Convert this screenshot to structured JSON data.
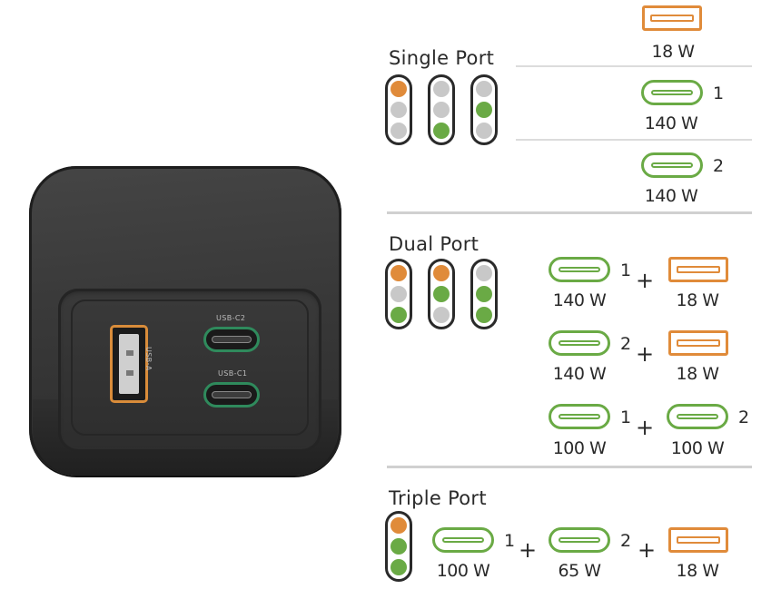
{
  "colors": {
    "orange": "#e08b3a",
    "green": "#6aaa45",
    "gray": "#c8c8c8",
    "outline": "#2a2a2a"
  },
  "device": {
    "port_labels": {
      "usb_a": "USB-A",
      "usb_c2": "USB-C2",
      "usb_c1": "USB-C1"
    }
  },
  "sections": {
    "single": {
      "title": "Single Port",
      "indicators": [
        [
          "orange",
          "gray",
          "gray"
        ],
        [
          "gray",
          "gray",
          "green"
        ],
        [
          "gray",
          "green",
          "gray"
        ]
      ],
      "rows": [
        {
          "port": "usb-a",
          "number": "",
          "watts": "18 W"
        },
        {
          "port": "usb-c",
          "number": "1",
          "watts": "140 W"
        },
        {
          "port": "usb-c",
          "number": "2",
          "watts": "140 W"
        }
      ]
    },
    "dual": {
      "title": "Dual Port",
      "indicators": [
        [
          "orange",
          "gray",
          "green"
        ],
        [
          "orange",
          "green",
          "gray"
        ],
        [
          "gray",
          "green",
          "green"
        ]
      ],
      "rows": [
        {
          "left": {
            "port": "usb-c",
            "number": "1",
            "watts": "140 W"
          },
          "plus": "+",
          "right": {
            "port": "usb-a",
            "number": "",
            "watts": "18 W"
          }
        },
        {
          "left": {
            "port": "usb-c",
            "number": "2",
            "watts": "140 W"
          },
          "plus": "+",
          "right": {
            "port": "usb-a",
            "number": "",
            "watts": "18 W"
          }
        },
        {
          "left": {
            "port": "usb-c",
            "number": "1",
            "watts": "100 W"
          },
          "plus": "+",
          "right": {
            "port": "usb-c",
            "number": "2",
            "watts": "100 W"
          }
        }
      ]
    },
    "triple": {
      "title": "Triple Port",
      "indicators": [
        [
          "orange",
          "green",
          "green"
        ]
      ],
      "row": {
        "a": {
          "port": "usb-c",
          "number": "1",
          "watts": "100 W"
        },
        "plus1": "+",
        "b": {
          "port": "usb-c",
          "number": "2",
          "watts": "65 W"
        },
        "plus2": "+",
        "c": {
          "port": "usb-a",
          "number": "",
          "watts": "18 W"
        }
      }
    }
  }
}
